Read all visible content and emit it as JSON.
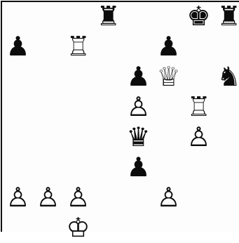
{
  "board": {
    "to_move": "",
    "pieces": [
      {
        "id": "a7",
        "type": "pawn",
        "color": "black",
        "glyph": "♟"
      },
      {
        "id": "c7",
        "type": "rook",
        "color": "white",
        "glyph": "♖"
      },
      {
        "id": "d8",
        "type": "rook",
        "color": "black",
        "glyph": "♜"
      },
      {
        "id": "g8",
        "type": "king",
        "color": "black",
        "glyph": "♚"
      },
      {
        "id": "h8",
        "type": "rook",
        "color": "black",
        "glyph": "♜"
      },
      {
        "id": "f7",
        "type": "pawn",
        "color": "black",
        "glyph": "♟"
      },
      {
        "id": "e6",
        "type": "pawn",
        "color": "black",
        "glyph": "♟"
      },
      {
        "id": "f6",
        "type": "queen",
        "color": "white",
        "glyph": "♕"
      },
      {
        "id": "h6",
        "type": "knight",
        "color": "black",
        "glyph": "♞"
      },
      {
        "id": "e5",
        "type": "pawn",
        "color": "white",
        "glyph": "♙"
      },
      {
        "id": "g5",
        "type": "rook",
        "color": "white",
        "glyph": "♖"
      },
      {
        "id": "e4",
        "type": "queen",
        "color": "black",
        "glyph": "♛"
      },
      {
        "id": "g4",
        "type": "pawn",
        "color": "white",
        "glyph": "♙"
      },
      {
        "id": "e3",
        "type": "pawn",
        "color": "black",
        "glyph": "♟"
      },
      {
        "id": "a2",
        "type": "pawn",
        "color": "white",
        "glyph": "♙"
      },
      {
        "id": "b2",
        "type": "pawn",
        "color": "white",
        "glyph": "♙"
      },
      {
        "id": "c2",
        "type": "pawn",
        "color": "white",
        "glyph": "♙"
      },
      {
        "id": "f2",
        "type": "pawn",
        "color": "white",
        "glyph": "♙"
      },
      {
        "id": "c1",
        "type": "king",
        "color": "white",
        "glyph": "♔"
      }
    ]
  }
}
